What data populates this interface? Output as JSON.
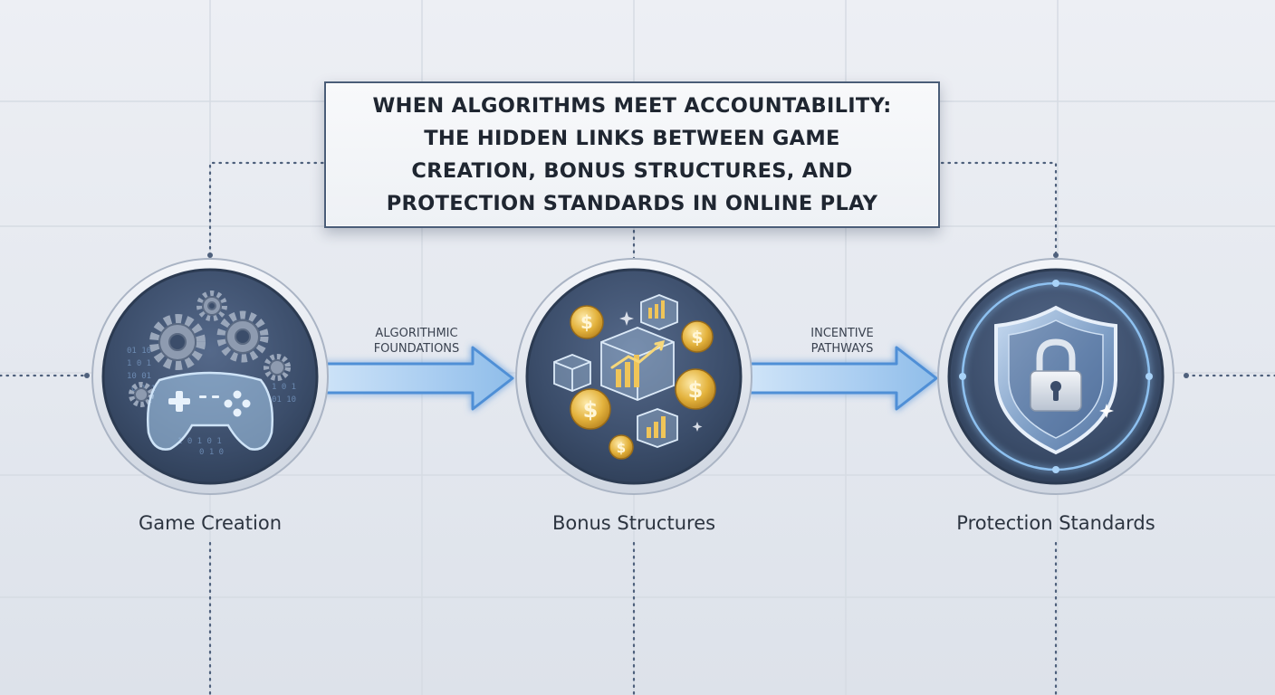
{
  "title_lines": [
    "WHEN ALGORITHMS MEET ACCOUNTABILITY:",
    "THE HIDDEN LINKS BETWEEN GAME",
    "CREATION, BONUS STRUCTURES, AND",
    "PROTECTION STANDARDS IN ONLINE PLAY"
  ],
  "nodes": [
    {
      "label": "Game Creation",
      "icon": "gamepad-gears-icon"
    },
    {
      "label": "Bonus Structures",
      "icon": "coins-chart-cubes-icon"
    },
    {
      "label": "Protection Standards",
      "icon": "shield-lock-icon"
    }
  ],
  "edges": [
    {
      "from": "Game Creation",
      "to": "Bonus Structures",
      "label_lines": [
        "ALGORITHMIC",
        "FOUNDATIONS"
      ]
    },
    {
      "from": "Bonus Structures",
      "to": "Protection Standards",
      "label_lines": [
        "INCENTIVE",
        "PATHWAYS"
      ]
    }
  ],
  "colors": {
    "node_fill": "#3b4d6a",
    "arrow": "#5a9ee0",
    "coin": "#e3b23c",
    "border": "#4a5d78"
  }
}
